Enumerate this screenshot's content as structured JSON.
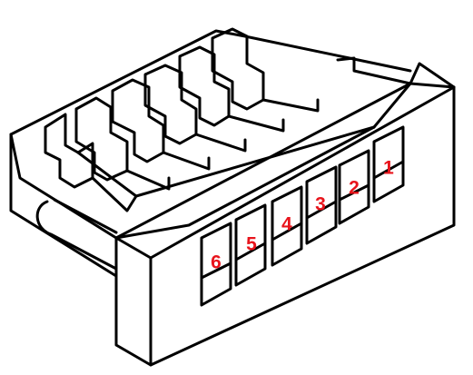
{
  "colors": {
    "outline": "#000000",
    "fill": "#ffffff",
    "pin_label": "#e8141c"
  },
  "pins": [
    {
      "label": "1"
    },
    {
      "label": "2"
    },
    {
      "label": "3"
    },
    {
      "label": "4"
    },
    {
      "label": "5"
    },
    {
      "label": "6"
    }
  ]
}
